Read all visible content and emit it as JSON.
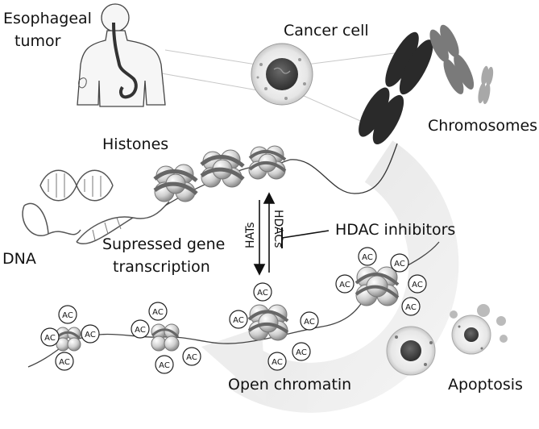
{
  "labels": {
    "esophageal_tumor_line1": "Esophageal",
    "esophageal_tumor_line2": "tumor",
    "cancer_cell": "Cancer cell",
    "chromosomes": "Chromosomes",
    "histones": "Histones",
    "dna": "DNA",
    "suppressed_line1": "Supressed gene",
    "suppressed_line2": "transcription",
    "hats": "HATs",
    "hdacs": "HDACs",
    "hdac_inhibitors": "HDAC inhibitors",
    "open_chromatin": "Open chromatin",
    "apoptosis": "Apoptosis",
    "acetyl_tag": "AC"
  },
  "colors": {
    "background": "#ffffff",
    "chromosome_dark": "#2a2a2a",
    "chromosome_mid": "#7a7a7a",
    "chromosome_light": "#a8a8a8",
    "nucleosome": "#d4d4d4",
    "cycle_arrow": "#ececec"
  }
}
